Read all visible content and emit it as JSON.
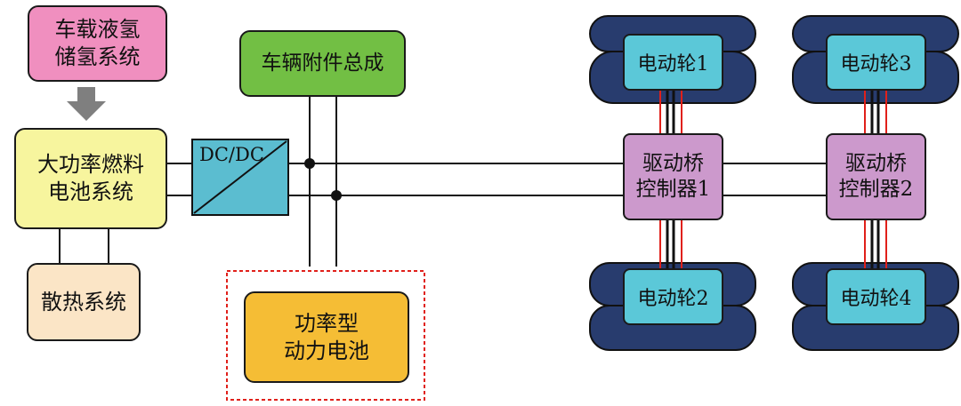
{
  "nodes": {
    "h2_storage": [
      "车载液氢",
      "储氢系统"
    ],
    "fuel_cell": [
      "大功率燃料",
      "电池系统"
    ],
    "cooling": "散热系统",
    "accessory": "车辆附件总成",
    "dcdc": "DC/DC",
    "battery": [
      "功率型",
      "动力电池"
    ],
    "controller1": [
      "驱动桥",
      "控制器1"
    ],
    "controller2": [
      "驱动桥",
      "控制器2"
    ],
    "wheels": [
      "电动轮1",
      "电动轮2",
      "电动轮3",
      "电动轮4"
    ]
  },
  "colors": {
    "h2_storage": "#f08fbf",
    "fuel_cell": "#f7f59e",
    "cooling": "#fbe5c6",
    "accessory": "#72bf44",
    "dcdc": "#5bbdd0",
    "battery": "#f5bd35",
    "controller": "#cc99cc",
    "wheel_label": "#5bc8d8",
    "tire": "#283c6e",
    "wire_red": "#e0201a",
    "dashed_box": "#e0201a",
    "arrow": "#7f7f7f"
  }
}
